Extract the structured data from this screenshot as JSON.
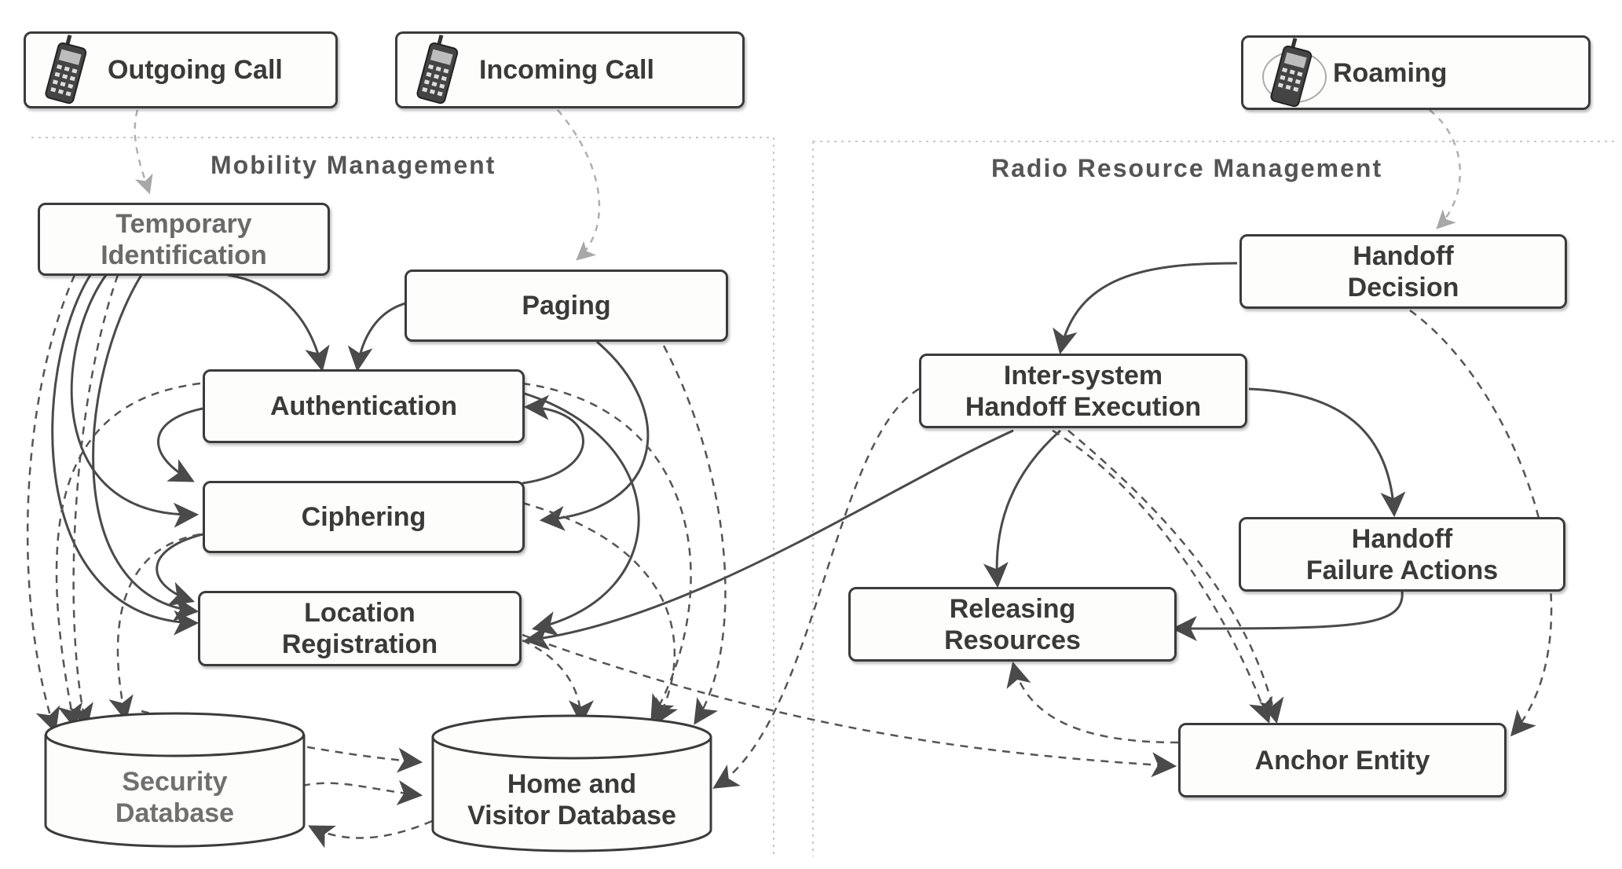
{
  "triggers": {
    "outgoing": "Outgoing Call",
    "incoming": "Incoming Call",
    "roaming": "Roaming"
  },
  "sections": {
    "mobility": "Mobility Management",
    "radio": "Radio Resource Management"
  },
  "nodes": {
    "temporary_id": "Temporary\nIdentification",
    "paging": "Paging",
    "authentication": "Authentication",
    "ciphering": "Ciphering",
    "location_registration": "Location\nRegistration",
    "handoff_decision": "Handoff\nDecision",
    "inter_system": "Inter-system\nHandoff Execution",
    "handoff_failure": "Handoff\nFailure Actions",
    "releasing": "Releasing\nResources",
    "anchor": "Anchor Entity"
  },
  "databases": {
    "security": "Security\nDatabase",
    "home_visitor": "Home and\nVisitor Database"
  },
  "icons": {
    "phone": "mobile-phone-icon"
  },
  "colors": {
    "line": "#4a4a4a",
    "border": "#3b3b3b",
    "dashed": "#6a6a6a"
  }
}
